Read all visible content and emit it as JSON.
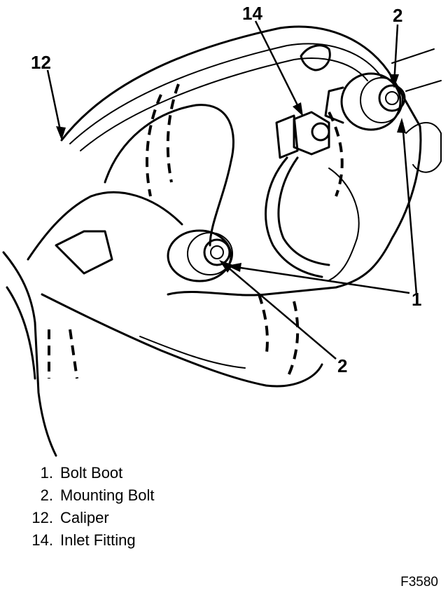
{
  "callouts": {
    "c12": "12",
    "c14": "14",
    "c2_top": "2",
    "c1": "1",
    "c2_bottom": "2"
  },
  "legend": [
    {
      "num": "1.",
      "label": "Bolt Boot"
    },
    {
      "num": "2.",
      "label": "Mounting Bolt"
    },
    {
      "num": "12.",
      "label": "Caliper"
    },
    {
      "num": "14.",
      "label": "Inlet Fitting"
    }
  ],
  "figure_id": "F3580"
}
